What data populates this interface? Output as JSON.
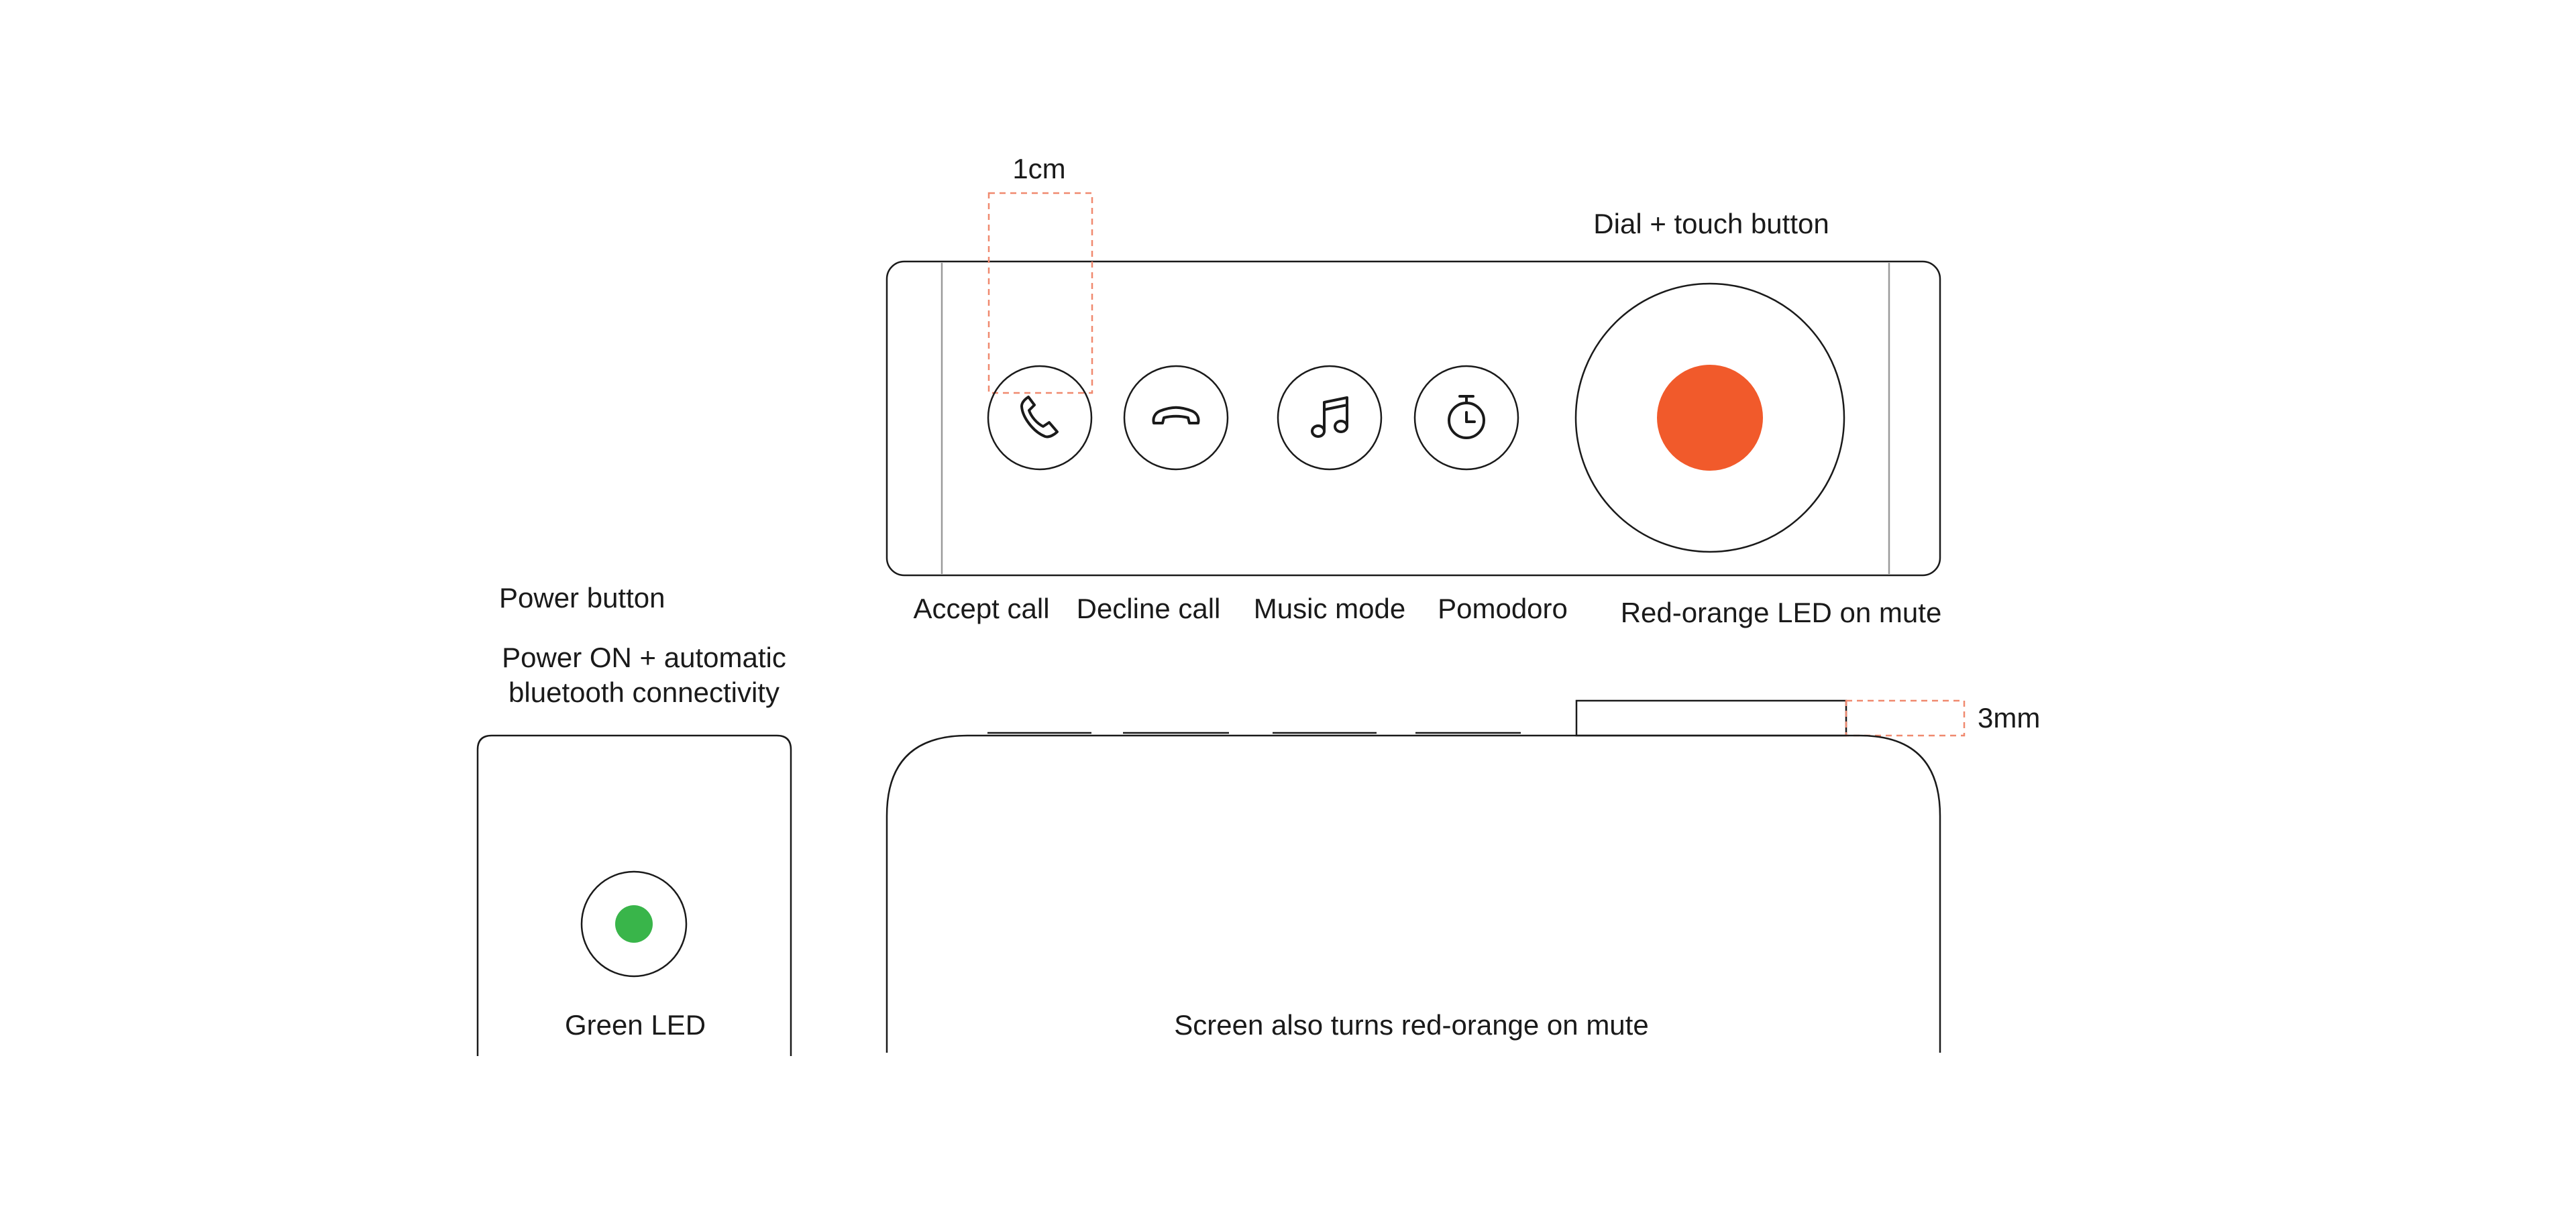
{
  "labels": {
    "dimension_1cm": "1cm",
    "dial_title": "Dial + touch button",
    "accept_call": "Accept call",
    "decline_call": "Decline call",
    "music_mode": "Music mode",
    "pomodoro": "Pomodoro",
    "mute_led": "Red-orange LED on mute",
    "power_button": "Power button",
    "power_desc_line1": "Power ON + automatic",
    "power_desc_line2": "bluetooth connectivity",
    "dimension_3mm": "3mm",
    "green_led": "Green LED",
    "screen_note": "Screen also turns red-orange on mute"
  },
  "icons": {
    "accept": "phone-icon",
    "decline": "hang-up-icon",
    "music": "music-note-icon",
    "pomodoro": "timer-icon"
  },
  "colors": {
    "mute_led": "#f15a2b",
    "green_led": "#39b54a",
    "dimension_line": "#f0896f"
  }
}
